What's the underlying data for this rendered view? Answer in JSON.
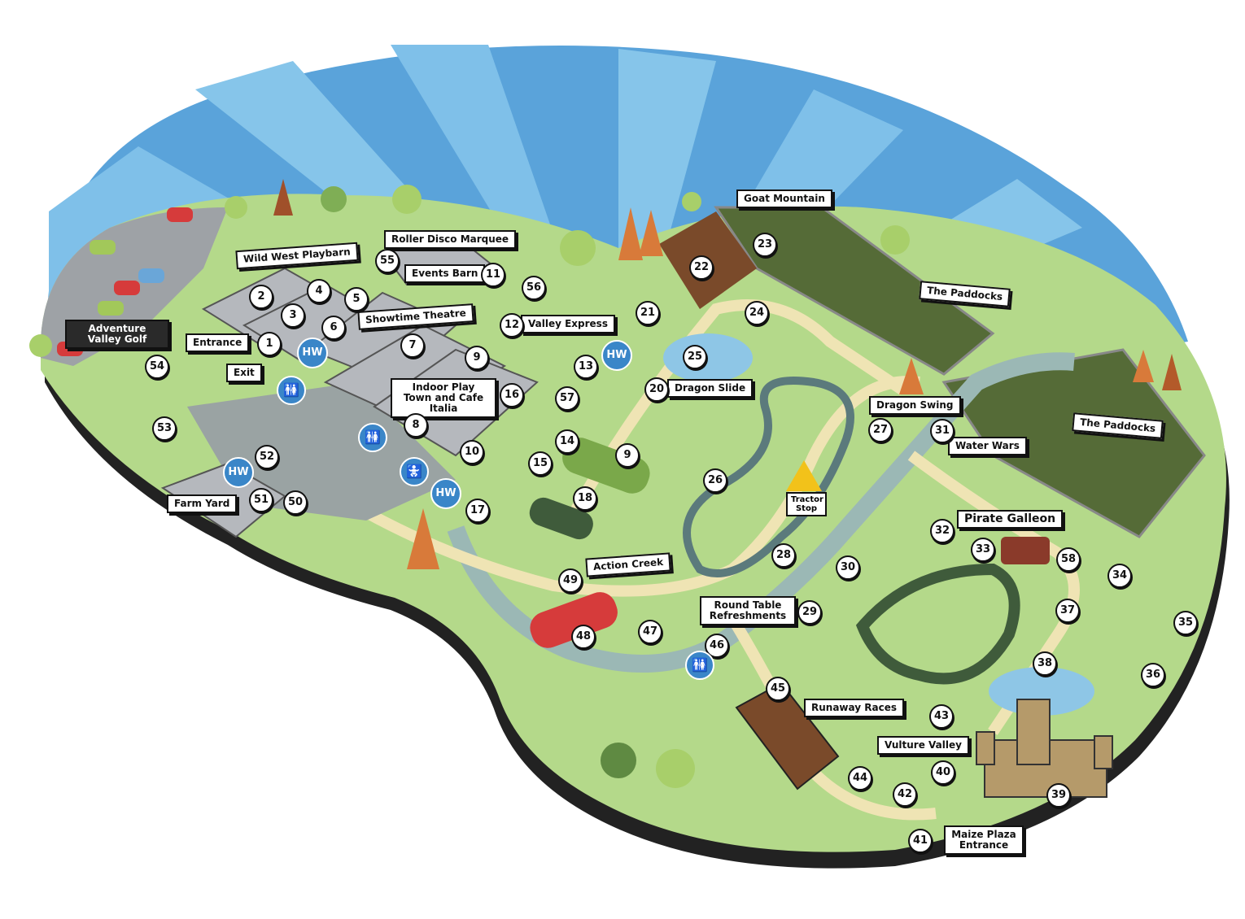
{
  "map": {
    "colors": {
      "sky_dark": "#3f8fd0",
      "sky_light": "#86c5ea",
      "grass": "#b4d98a",
      "grass_dark": "#8fbf63",
      "path": "#efe4b4",
      "water": "#9bb8b5",
      "field": "#556b37",
      "building": "#b5b8bd"
    },
    "labels": {
      "adventure_golf": "Adventure Valley Golf",
      "wild_west": "Wild West Playbarn",
      "roller_disco": "Roller Disco Marquee",
      "events_barn": "Events Barn",
      "showtime": "Showtime Theatre",
      "valley_express": "Valley Express",
      "entrance": "Entrance",
      "exit": "Exit",
      "indoor_play": "Indoor Play Town and Cafe Italia",
      "farm_yard": "Farm Yard",
      "goat_mountain": "Goat Mountain",
      "paddocks_1": "The Paddocks",
      "paddocks_2": "The Paddocks",
      "dragon_slide": "Dragon Slide",
      "dragon_swing": "Dragon Swing",
      "water_wars": "Water Wars",
      "tractor_stop": "Tractor Stop",
      "pirate_galleon": "Pirate Galleon",
      "action_creek": "Action Creek",
      "round_table": "Round Table Refreshments",
      "runaway_races": "Runaway Races",
      "vulture_valley": "Vulture Valley",
      "maize_plaza": "Maize Plaza Entrance"
    },
    "numbers": [
      "1",
      "2",
      "3",
      "4",
      "5",
      "6",
      "7",
      "8",
      "9",
      "9",
      "10",
      "11",
      "12",
      "13",
      "14",
      "15",
      "16",
      "17",
      "18",
      "20",
      "21",
      "22",
      "23",
      "24",
      "25",
      "26",
      "27",
      "28",
      "29",
      "29",
      "30",
      "31",
      "32",
      "33",
      "34",
      "35",
      "36",
      "37",
      "38",
      "39",
      "40",
      "41",
      "42",
      "43",
      "44",
      "45",
      "46",
      "47",
      "48",
      "49",
      "50",
      "51",
      "52",
      "53",
      "54",
      "55",
      "56",
      "57",
      "58"
    ],
    "hw_badge": "HW",
    "icons": [
      "toilets-icon",
      "baby-change-icon",
      "hand-wash-icon",
      "car-icon",
      "tree-icon",
      "castle-icon"
    ]
  }
}
